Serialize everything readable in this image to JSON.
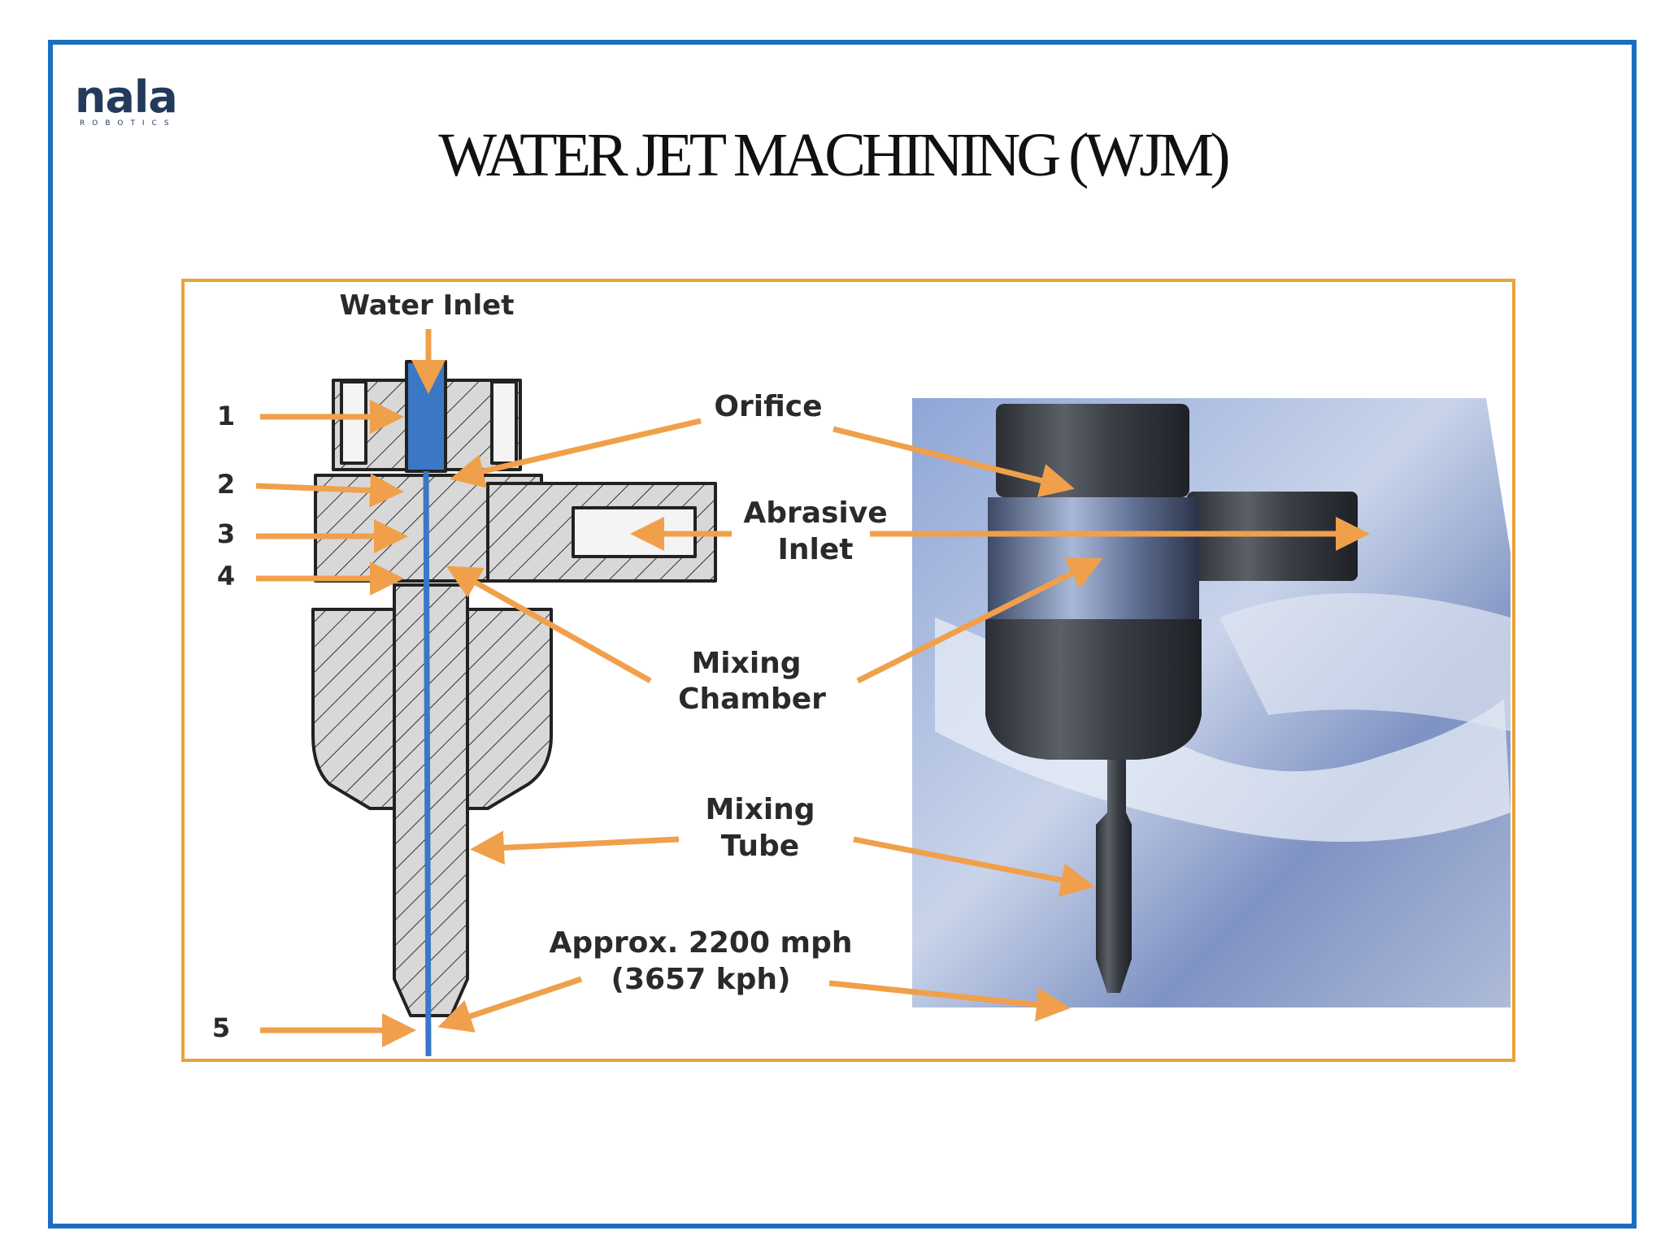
{
  "logo": {
    "text": "nala",
    "subtext": "ROBOTICS"
  },
  "title": "WATER JET MACHINING (WJM)",
  "colors": {
    "frame": "#1a6fc0",
    "figure_border": "#e9a33a",
    "arrow": "#f0a04b",
    "jet": "#3a78c6"
  },
  "figure": {
    "labels": {
      "water_inlet": "Water Inlet",
      "orifice": "Orifice",
      "abrasive_1": "Abrasive",
      "abrasive_2": "Inlet",
      "mixing_chamber_1": "Mixing",
      "mixing_chamber_2": "Chamber",
      "mixing_tube_1": "Mixing",
      "mixing_tube_2": "Tube",
      "speed_1": "Approx. 2200 mph",
      "speed_2": "(3657 kph)"
    },
    "numbers": [
      "1",
      "2",
      "3",
      "4",
      "5"
    ]
  }
}
